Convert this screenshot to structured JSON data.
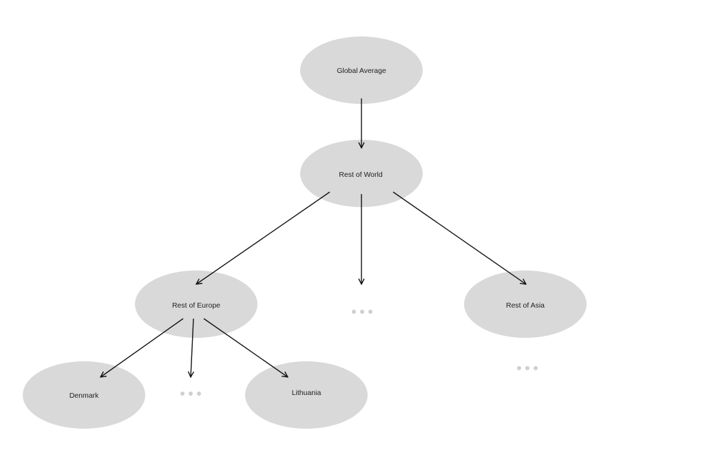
{
  "nodes": {
    "global": "Global Average",
    "world": "Rest of World",
    "europe": "Rest of Europe",
    "asia": "Rest of Asia",
    "denmark": "Denmark",
    "lithuania": "Lithuania"
  },
  "colors": {
    "node_fill": "#d9d9d9",
    "edge": "#111111",
    "ellipsis_dots": "#cfcfcf",
    "text": "#1e1e1e"
  },
  "edges": [
    {
      "from": "global",
      "to": "world"
    },
    {
      "from": "world",
      "to": "europe"
    },
    {
      "from": "world",
      "to": "world-ellipsis"
    },
    {
      "from": "world",
      "to": "asia"
    },
    {
      "from": "europe",
      "to": "denmark"
    },
    {
      "from": "europe",
      "to": "europe-ellipsis"
    },
    {
      "from": "europe",
      "to": "lithuania"
    }
  ]
}
